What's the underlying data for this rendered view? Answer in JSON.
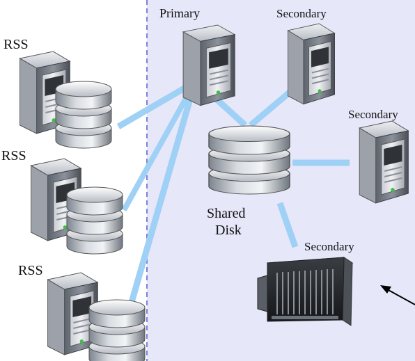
{
  "labels": {
    "rss_1": "RSS",
    "rss_2": "RSS",
    "rss_3": "RSS",
    "primary": "Primary",
    "secondary_top": "Secondary",
    "secondary_right": "Secondary",
    "secondary_blade": "Secondary",
    "shared_disk_line1": "Shared",
    "shared_disk_line2": "Disk"
  },
  "colors": {
    "cluster_background": "#e7e7fa",
    "cluster_border": "#7b82d9",
    "link": "#9fd0f5",
    "arrow": "#000000"
  },
  "icons": {
    "rss_server": "tower-server-with-database-icon",
    "cluster_server": "tower-server-icon",
    "shared_storage": "database-stack-icon",
    "blade_chassis": "blade-enclosure-icon"
  }
}
